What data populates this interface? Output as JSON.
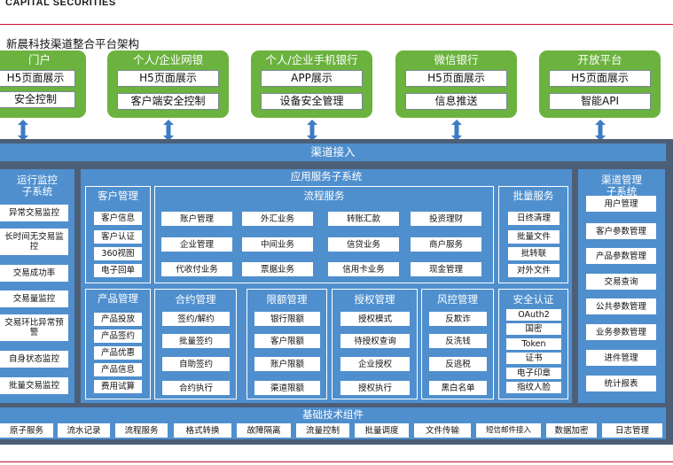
{
  "logo": "CAPITAL SECURITIES",
  "heading": "新晨科技渠道整合平台架构",
  "channels": [
    {
      "title": "门户",
      "items": [
        "H5页面展示",
        "安全控制"
      ]
    },
    {
      "title": "个人/企业网银",
      "items": [
        "H5页面展示",
        "客户端安全控制"
      ]
    },
    {
      "title": "个人/企业手机银行",
      "items": [
        "APP展示",
        "设备安全管理"
      ]
    },
    {
      "title": "微信银行",
      "items": [
        "H5页面展示",
        "信息推送"
      ]
    },
    {
      "title": "开放平台",
      "items": [
        "H5页面展示",
        "智能API"
      ]
    }
  ],
  "access_bar": "渠道接入",
  "left_panel": {
    "title": "运行监控子系统",
    "items": [
      "异常交易监控",
      "长时间无交易监控",
      "交易成功率",
      "交易量监控",
      "交易环比异常预警",
      "自身状态监控",
      "批量交易监控"
    ]
  },
  "app": {
    "title": "应用服务子系统",
    "customer": {
      "title": "客户管理",
      "items": [
        "客户信息",
        "客户认证",
        "360视图",
        "电子回单"
      ]
    },
    "process": {
      "title": "流程服务",
      "items": [
        "账户管理",
        "外汇业务",
        "转账汇款",
        "投资理财",
        "企业管理",
        "中间业务",
        "信贷业务",
        "商户服务",
        "代收付业务",
        "票据业务",
        "信用卡业务",
        "现金管理"
      ]
    },
    "batch": {
      "title": "批量服务",
      "items": [
        "日终清理",
        "批量文件",
        "批转联",
        "对外文件"
      ]
    },
    "product": {
      "title": "产品管理",
      "items": [
        "产品投放",
        "产品签约",
        "产品优惠",
        "产品信息",
        "费用试算"
      ]
    },
    "contract": {
      "title": "合约管理",
      "items": [
        "签约/解约",
        "批量签约",
        "自助签约",
        "合约执行"
      ]
    },
    "limit": {
      "title": "限额管理",
      "items": [
        "银行限额",
        "客户限额",
        "账户限额",
        "渠道限额"
      ]
    },
    "auth": {
      "title": "授权管理",
      "items": [
        "授权模式",
        "待授权查询",
        "企业授权",
        "授权执行"
      ]
    },
    "risk": {
      "title": "风控管理",
      "items": [
        "反欺诈",
        "反洗钱",
        "反逃税",
        "黑白名单"
      ]
    },
    "security": {
      "title": "安全认证",
      "items": [
        "OAuth2",
        "国密",
        "Token",
        "证书",
        "电子印章",
        "指纹人脸"
      ]
    }
  },
  "right_panel": {
    "title": "渠道管理子系统",
    "items": [
      "用户管理",
      "客户参数管理",
      "产品参数管理",
      "交易查询",
      "公共参数管理",
      "业务参数管理",
      "进件管理",
      "统计报表"
    ]
  },
  "base": {
    "title": "基础技术组件",
    "items": [
      "原子服务",
      "流水记录",
      "流程服务",
      "格式转换",
      "故障隔离",
      "流量控制",
      "批量调度",
      "文件传输",
      "短信邮件接入",
      "数据加密",
      "日志管理"
    ]
  },
  "colors": {
    "channel_green": "#6bb23f",
    "panel_blue": "#4f8fce",
    "frame_dark": "#4d5f77",
    "accent_red": "#c8102e"
  }
}
